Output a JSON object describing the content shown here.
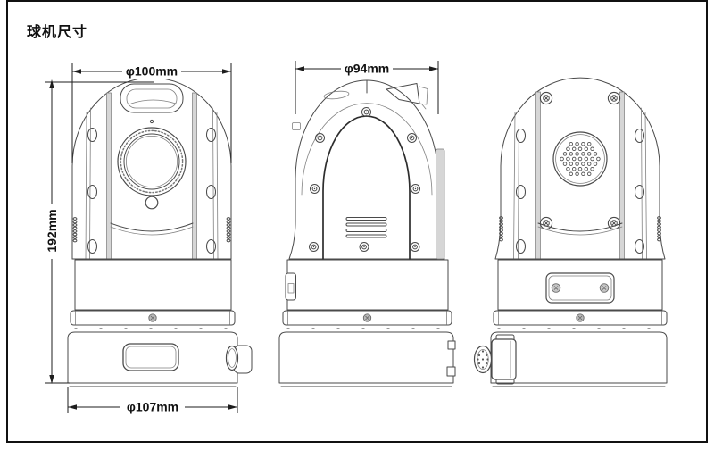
{
  "title": "球机尺寸",
  "dimensions": {
    "front_width": "φ100mm",
    "side_width": "φ94mm",
    "height": "192mm",
    "base_width": "φ107mm"
  },
  "colors": {
    "line": "#4a4a4a",
    "dimension": "#1d1d1d",
    "panel_shade": "#d6d6d6",
    "background": "#ffffff",
    "border": "#111111"
  }
}
